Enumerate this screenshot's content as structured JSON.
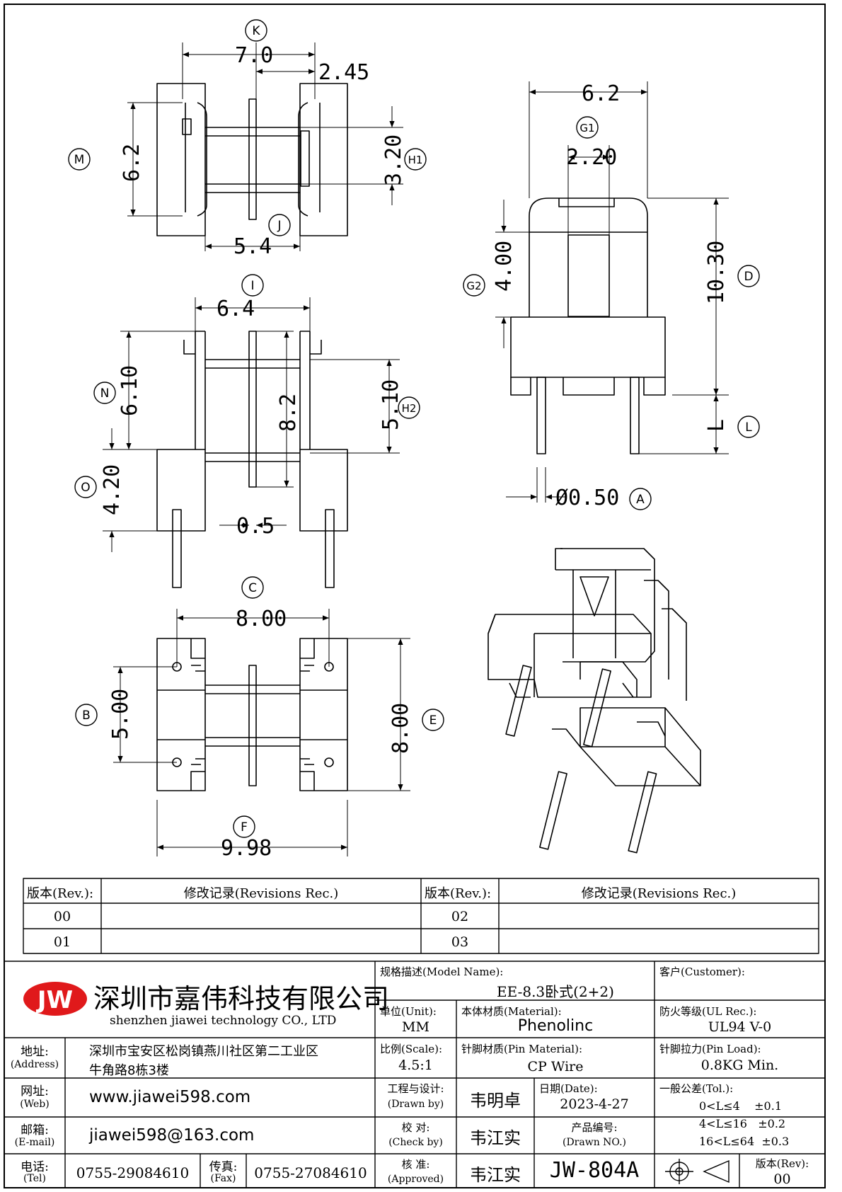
{
  "dimensions": {
    "top_width": "7.0",
    "top_inner": "2.45",
    "top_height": "6.2",
    "top_window": "3.20",
    "top_flange": "5.4",
    "mid_width": "6.4",
    "mid_height": "6.10",
    "mid_inner": "8.2",
    "mid_window": "5.10",
    "mid_base": "4.20",
    "mid_wall": "0.5",
    "bot_pitch": "8.00",
    "bot_pin_pitch": "5.00",
    "bot_depth": "8.00",
    "bot_width": "9.98",
    "side_width": "6.2",
    "side_slot": "2.20",
    "side_top": "4.00",
    "side_height": "10.30",
    "side_pin_len": "L",
    "pin_dia": "Ø0.50"
  },
  "callouts": {
    "K": "K",
    "M": "M",
    "H1": "H1",
    "J": "J",
    "I": "I",
    "N": "N",
    "H2": "H2",
    "O": "O",
    "C": "C",
    "B": "B",
    "E": "E",
    "F": "F",
    "G1": "G1",
    "G2": "G2",
    "D": "D",
    "L": "L",
    "A": "A"
  },
  "revision_table": {
    "rev_header": "版本(Rev.):",
    "rec_header": "修改记录(Revisions Rec.)",
    "rows_left": [
      "00",
      "01"
    ],
    "rows_right": [
      "02",
      "03"
    ]
  },
  "title_block": {
    "logo": "JW",
    "company_cn": "深圳市嘉伟科技有限公司",
    "company_en": "shenzhen  jiawei  technology  CO., LTD",
    "address_label": "地址:",
    "address_label_en": "(Address)",
    "address_line1": "深圳市宝安区松岗镇燕川社区第二工业区",
    "address_line2": "牛角路8栋3楼",
    "web_label": "网址:",
    "web_label_en": "(Web)",
    "web": "www.jiawei598.com",
    "email_label": "邮箱:",
    "email_label_en": "(E-mail)",
    "email": "jiawei598@163.com",
    "tel_label": "电话:",
    "tel_label_en": "(Tel)",
    "tel": "0755-29084610",
    "fax_label": "传真:",
    "fax_label_en": "(Fax)",
    "fax": "0755-27084610",
    "model_label": "规格描述(Model Name):",
    "model": "EE-8.3卧式(2+2)",
    "customer_label": "客户(Customer):",
    "customer": "",
    "unit_label": "单位(Unit):",
    "unit": "MM",
    "material_label": "本体材质(Material):",
    "material": "Phenolinc",
    "ul_label": "防火等级(UL Rec.):",
    "ul": "UL94 V-0",
    "scale_label": "比例(Scale):",
    "scale": "4.5:1",
    "pin_material_label": "针脚材质(Pin Material):",
    "pin_material": "CP Wire",
    "pin_load_label": "针脚拉力(Pin Load):",
    "pin_load": "0.8KG Min.",
    "drawn_label": "工程与设计:",
    "drawn_label_en": "(Drawn by)",
    "drawn": "韦明卓",
    "date_label": "日期(Date):",
    "date": "2023-4-27",
    "tol_label": "一般公差(Tol.):",
    "tol_1": "0<L≤4    ±0.1",
    "tol_2": "4<L≤16   ±0.2",
    "tol_3": "16<L≤64  ±0.3",
    "check_label": "校  对:",
    "check_label_en": "(Check by)",
    "check": "韦江实",
    "product_no_label": "产品编号:",
    "product_no_label_en": "(Drawn NO.)",
    "approved_label": "核  准:",
    "approved_label_en": "(Approved)",
    "approved": "韦江实",
    "drawing_no": "JW-804A",
    "rev_label": "版本(Rev):",
    "rev": "00"
  }
}
